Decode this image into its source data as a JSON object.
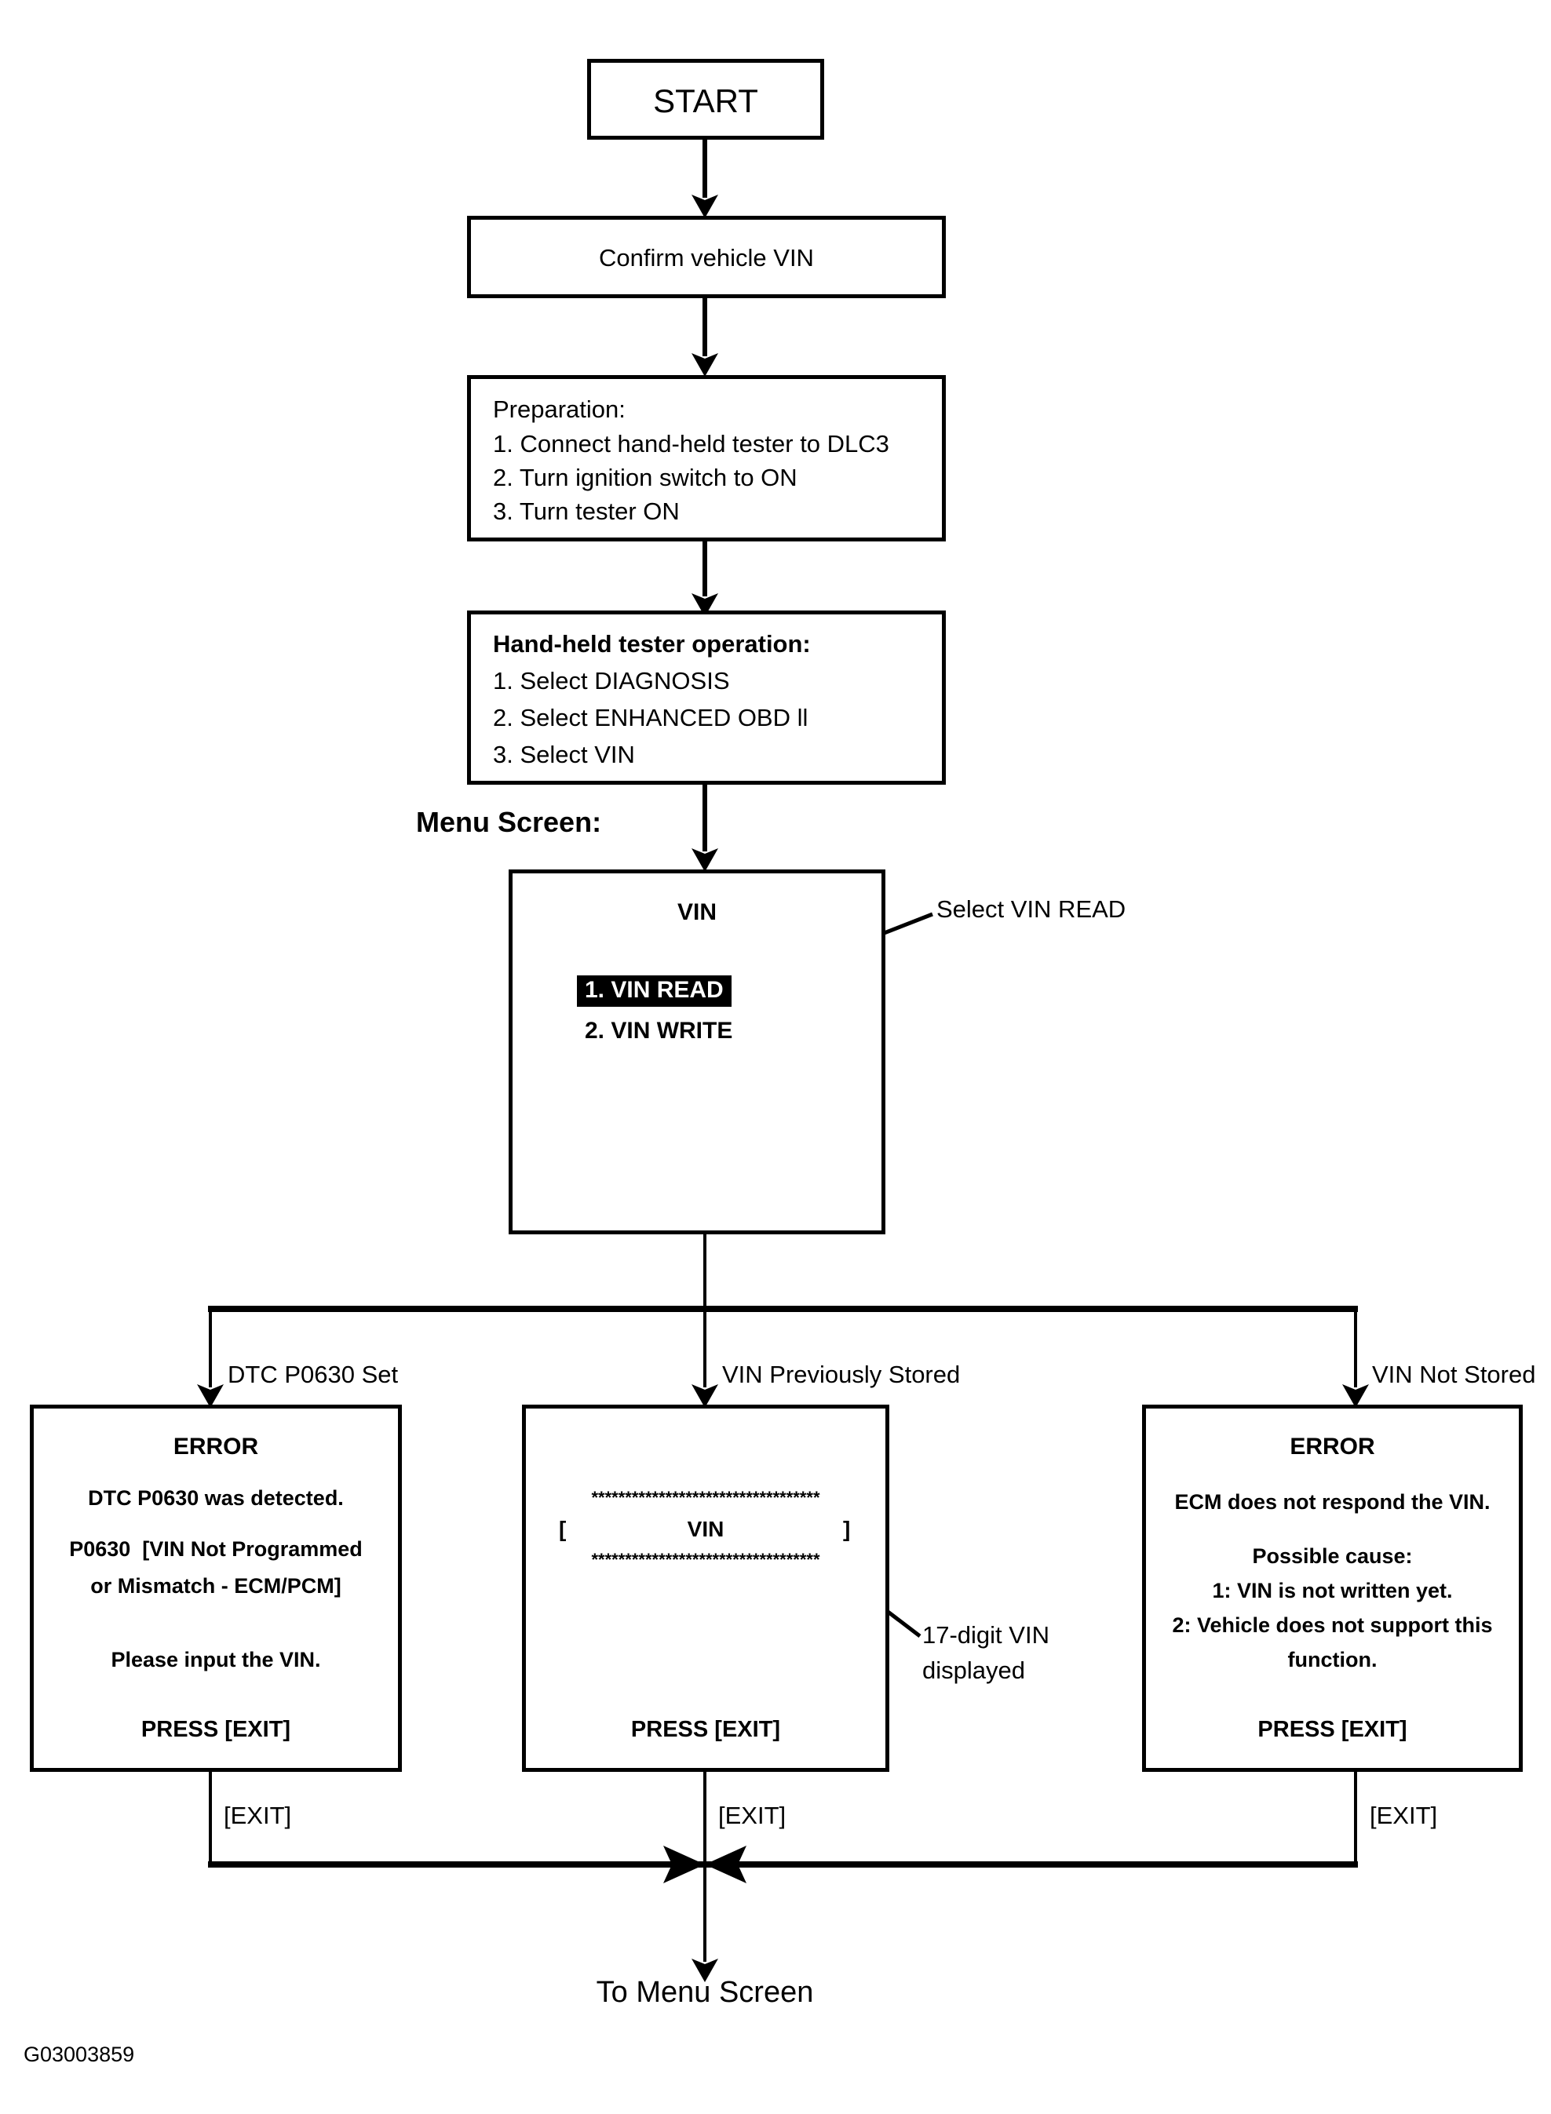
{
  "diagram": {
    "figure_id": "G03003859",
    "nodes": {
      "start": {
        "label": "START"
      },
      "confirm": {
        "label": "Confirm vehicle VIN"
      },
      "preparation": {
        "title": "Preparation:",
        "steps": [
          "1. Connect hand-held tester to DLC3",
          "2. Turn ignition switch to ON",
          "3. Turn tester ON"
        ]
      },
      "tester_operation": {
        "title": "Hand-held tester operation:",
        "steps": [
          "1. Select DIAGNOSIS",
          "2. Select ENHANCED OBD ll",
          "3. Select VIN"
        ]
      },
      "menu_screen": {
        "section_label": "Menu Screen:",
        "screen_title": "VIN",
        "items": [
          {
            "label": "1. VIN READ",
            "selected": true
          },
          {
            "label": "2. VIN WRITE",
            "selected": false
          }
        ],
        "callout": "Select VIN READ"
      },
      "branch_left": {
        "condition": "DTC P0630 Set",
        "title": "ERROR",
        "lines": [
          "DTC P0630 was detected.",
          "P0630  [VIN Not Programmed",
          "or Mismatch - ECM/PCM]",
          "Please input the VIN.",
          "PRESS [EXIT]"
        ],
        "exit_label": "[EXIT]"
      },
      "branch_center": {
        "condition": "VIN Previously Stored",
        "stars_top": "**********************************",
        "bracket_open": "[",
        "vin_label": "VIN",
        "bracket_close": "]",
        "stars_bottom": "**********************************",
        "press": "PRESS [EXIT]",
        "callout_line1": "17-digit VIN",
        "callout_line2": "displayed",
        "exit_label": "[EXIT]"
      },
      "branch_right": {
        "condition": "VIN Not Stored",
        "title": "ERROR",
        "lines": [
          "ECM does not respond the VIN.",
          "Possible cause:",
          "1: VIN is not written yet.",
          "2: Vehicle does not support this",
          "function.",
          "PRESS [EXIT]"
        ],
        "exit_label": "[EXIT]"
      },
      "end": {
        "label": "To Menu Screen"
      }
    },
    "colors": {
      "stroke": "#000000",
      "background": "#ffffff",
      "highlight_bg": "#000000",
      "highlight_fg": "#ffffff"
    }
  }
}
